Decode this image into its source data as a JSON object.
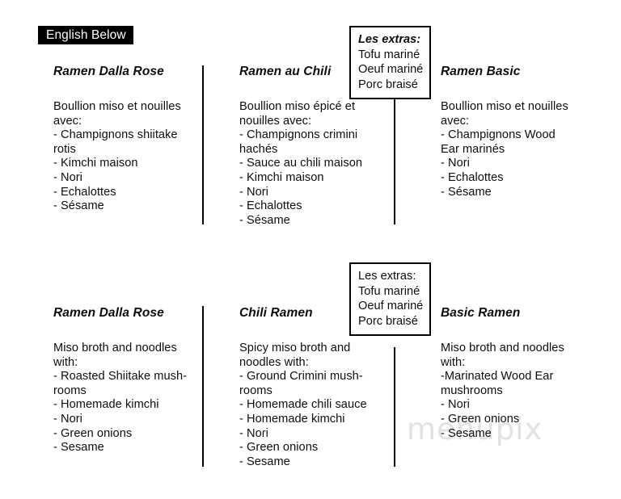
{
  "badge": {
    "label": "English Below"
  },
  "watermark": {
    "text": "menupix"
  },
  "extras_top": {
    "title": "Les extras:",
    "items": [
      "Tofu mariné",
      "Oeuf mariné",
      "Porc braisé"
    ]
  },
  "extras_bottom": {
    "title": "Les extras:",
    "items": [
      "Tofu mariné",
      "Oeuf mariné",
      "Porc braisé"
    ]
  },
  "french": {
    "columns": [
      {
        "title": "Ramen Dalla Rose",
        "lines": [
          "Boullion miso et nouilles",
          "avec:",
          "- Champignons shiitake",
          "rotis",
          "- Kimchi maison",
          "- Nori",
          "- Echalottes",
          "- Sésame"
        ]
      },
      {
        "title": "Ramen au Chili",
        "lines": [
          "Boullion miso épicé et",
          "nouilles avec:",
          "- Champignons crimini",
          "hachés",
          "- Sauce au chili maison",
          "- Kimchi maison",
          "- Nori",
          "- Echalottes",
          "- Sésame"
        ]
      },
      {
        "title": "Ramen Basic",
        "lines": [
          "Boullion miso et nouilles",
          "avec:",
          "- Champignons Wood",
          "Ear marinés",
          "- Nori",
          "- Echalottes",
          "- Sésame"
        ]
      }
    ]
  },
  "english": {
    "columns": [
      {
        "title": "Ramen Dalla Rose",
        "lines": [
          "Miso broth and noodles",
          "with:",
          "- Roasted Shiitake mush-",
          "rooms",
          "- Homemade kimchi",
          "- Nori",
          "- Green onions",
          "- Sesame"
        ]
      },
      {
        "title": "Chili Ramen",
        "lines": [
          "Spicy miso broth and",
          "noodles with:",
          "- Ground Crimini mush-",
          "rooms",
          "- Homemade chili sauce",
          "- Homemade kimchi",
          "- Nori",
          "- Green onions",
          "- Sesame"
        ]
      },
      {
        "title": "Basic Ramen",
        "lines": [
          "Miso broth and noodles",
          "with:",
          "-Marinated Wood Ear",
          "mushrooms",
          "- Nori",
          "- Green onions",
          "- Sesame"
        ]
      }
    ]
  }
}
